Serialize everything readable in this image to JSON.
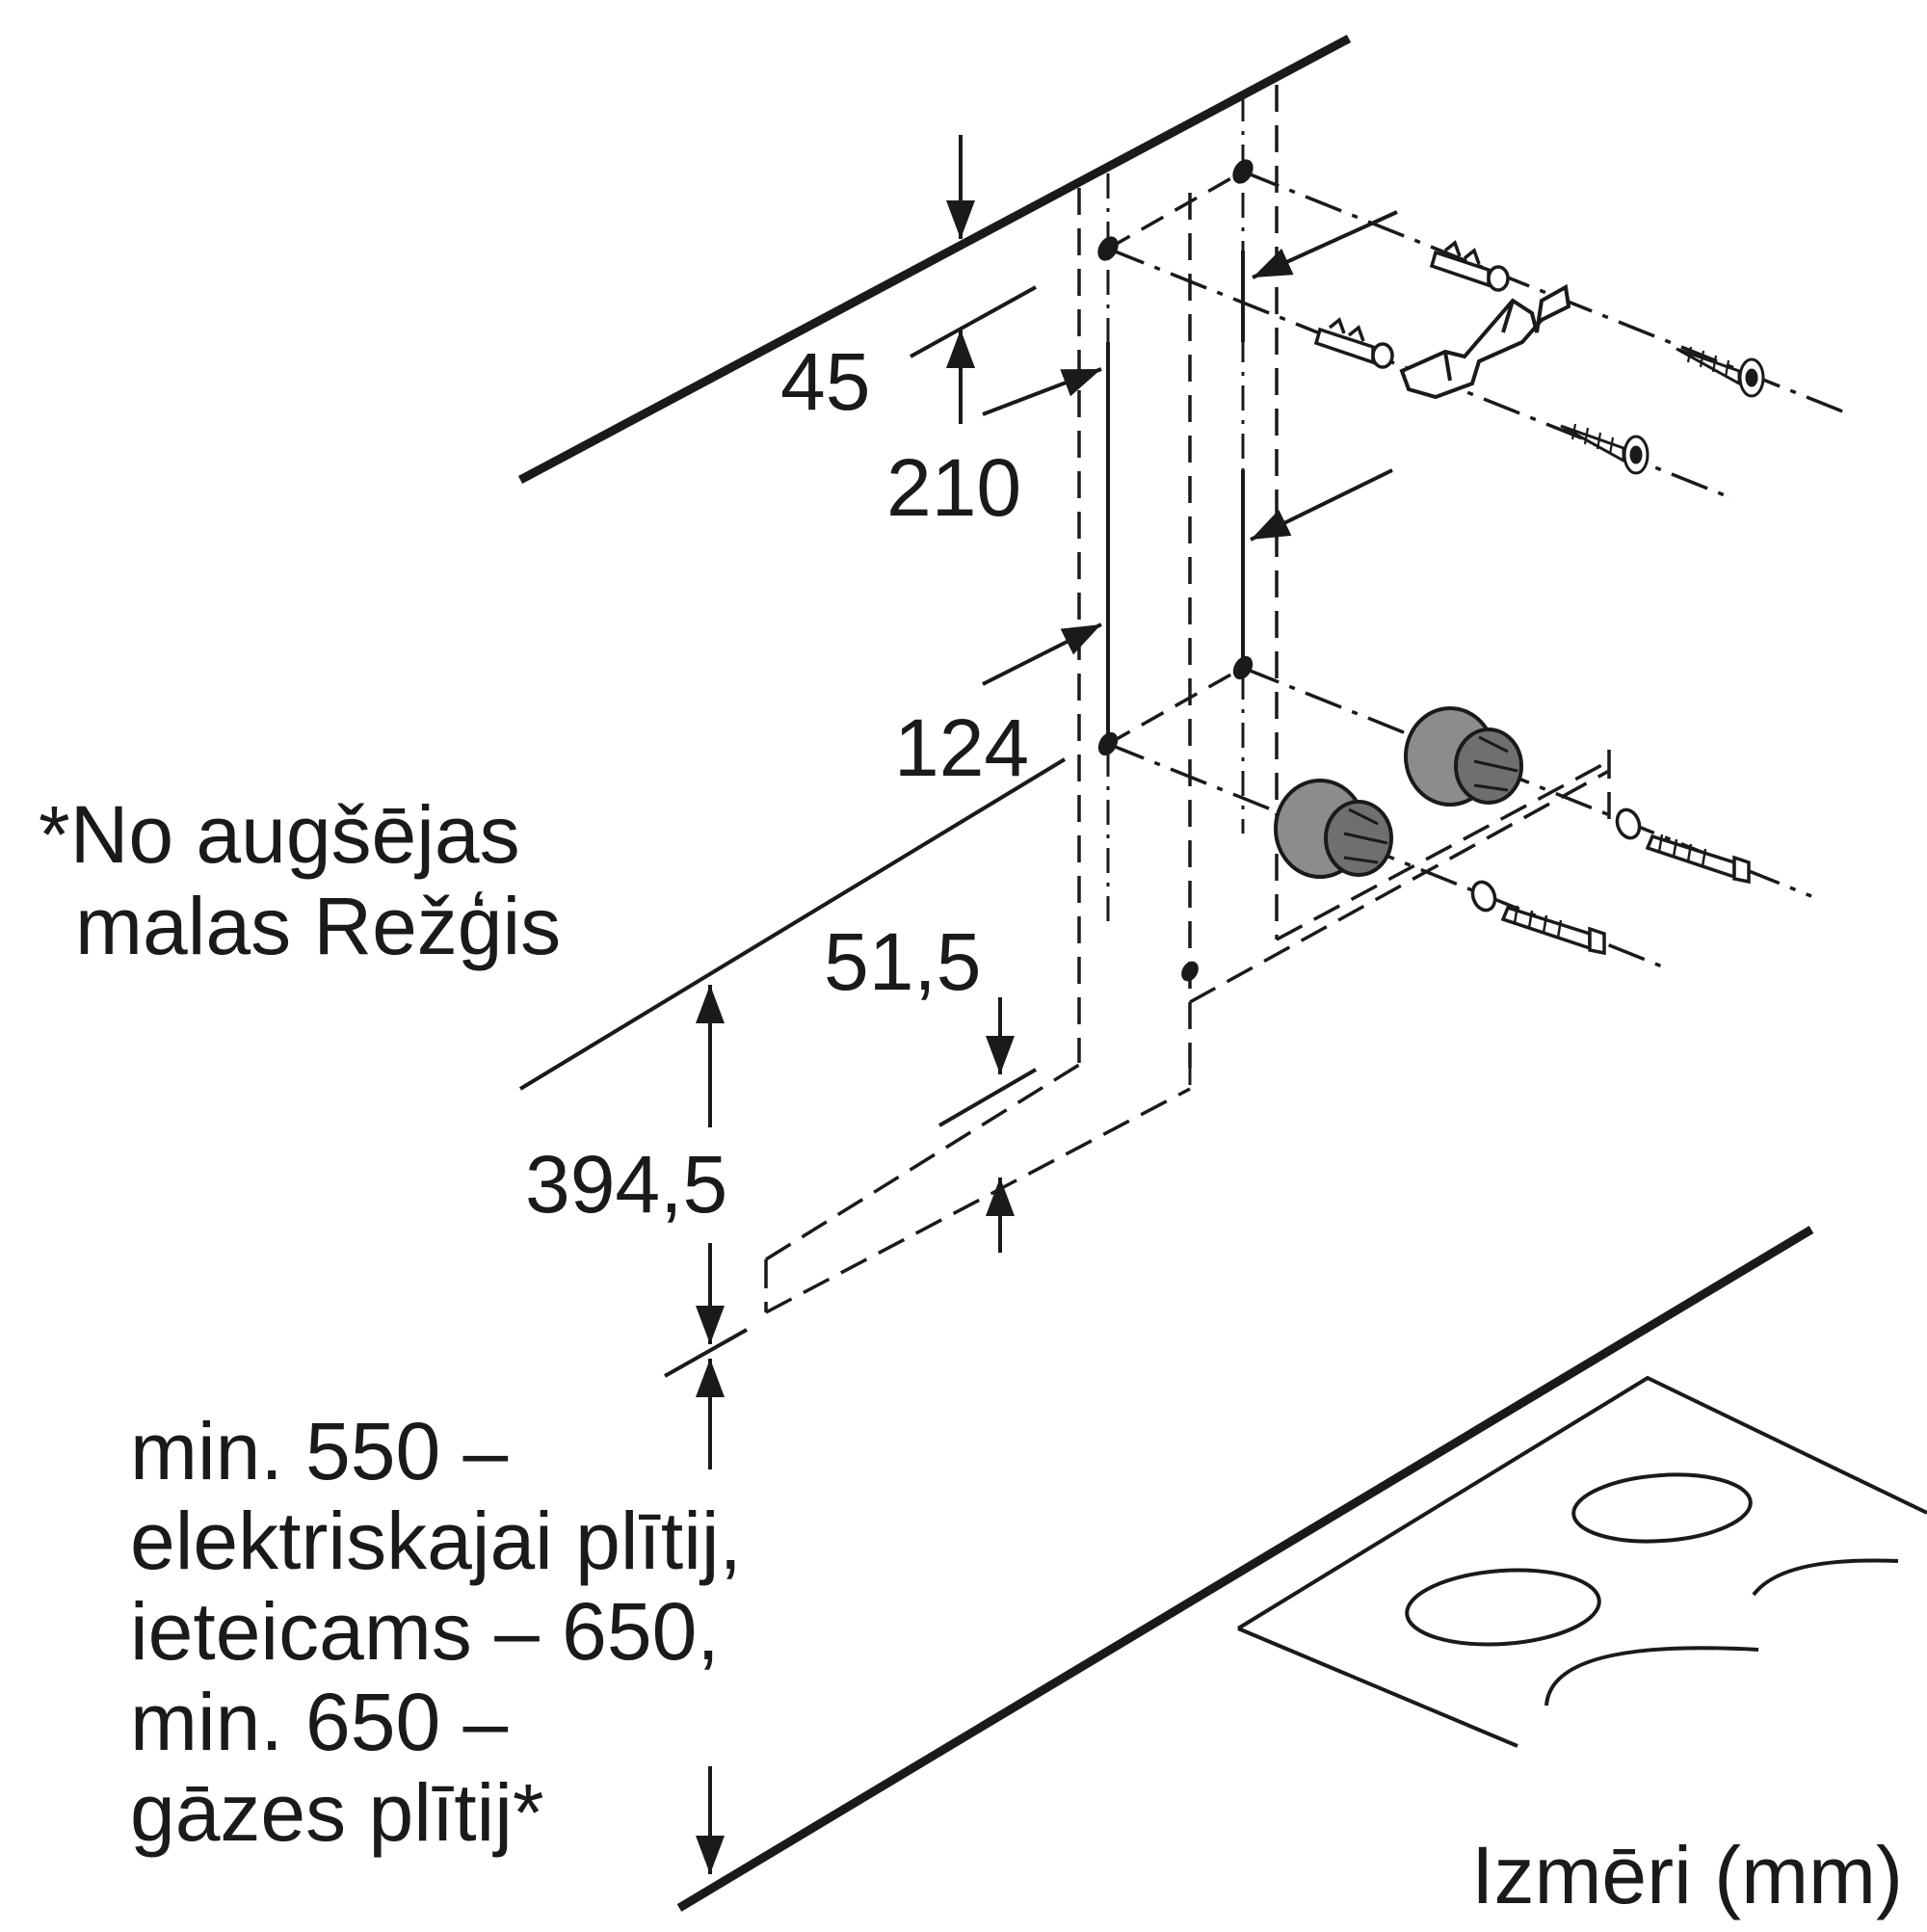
{
  "diagram": {
    "dimensions": {
      "d45": "45",
      "d210": "210",
      "d124": "124",
      "d51_5": "51,5",
      "d394_5": "394,5"
    },
    "note_top": [
      "*No augšējas",
      "malas Režģis"
    ],
    "note_bottom": [
      "min. 550 –",
      "elektriskajai plītij,",
      "ieteicams – 650,",
      "min. 650 –",
      "gāzes plītij*"
    ],
    "units_label": "Izmēri (mm)",
    "colors": {
      "line": "#1a1a1a",
      "plug": "#8c8c8c",
      "background": "#ffffff"
    }
  }
}
